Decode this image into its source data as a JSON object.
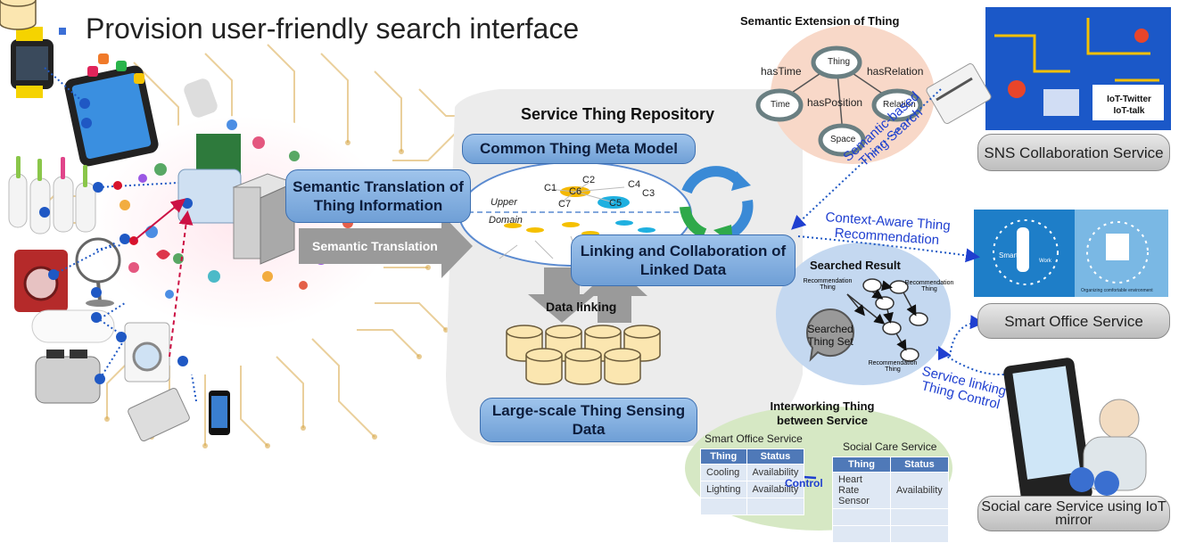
{
  "page_title": "Provision user-friendly search interface",
  "repository": {
    "title": "Service Thing Repository",
    "meta_model": "Common Thing Meta Model",
    "semantic_translation_info": "Semantic Translation of Thing Information",
    "semantic_translation_arrow": "Semantic Translation",
    "linking": "Linking and Collaboration of Linked Data",
    "data_linking": "Data linking",
    "sensing_data": "Large-scale Thing Sensing Data",
    "ontology": {
      "nodes": [
        "C1",
        "C2",
        "C6",
        "C4",
        "C3",
        "C7",
        "C5"
      ],
      "upper": "Upper",
      "domain": "Domain"
    }
  },
  "semantic_extension": {
    "title": "Semantic Extension of Thing",
    "nodes": {
      "thing": "Thing",
      "time": "Time",
      "relation": "Relation",
      "space": "Space"
    },
    "edges": {
      "has_time": "hasTime",
      "has_relation": "hasRelation",
      "has_position": "hasPosition"
    }
  },
  "labels": {
    "semantic_search": "Semantic-based Thing Search",
    "context_aware": "Context-Aware Thing Recommendation",
    "service_linking": "Service linking Thing Control"
  },
  "searched_result": {
    "title": "Searched Result",
    "rec": "Recommendation Thing",
    "set": "Searched Thing Set"
  },
  "services": {
    "sns": "SNS Collaboration Service",
    "sns_img_line1": "IoT-Twitter",
    "sns_img_line2": "IoT-talk",
    "smart_office": "Smart Office Service",
    "smart_img_a": "Smart",
    "smart_img_b": "Work",
    "smart_img_caption": "Organizing comfortable environment",
    "social_care": "Social care Service using IoT mirror"
  },
  "interworking": {
    "title": "Interworking Thing between Service",
    "left_title": "Smart Office Service",
    "right_title": "Social Care Service",
    "control": "Control",
    "headers": [
      "Thing",
      "Status"
    ],
    "left_rows": [
      [
        "Cooling",
        "Availability"
      ],
      [
        "Lighting",
        "Availability"
      ],
      [
        "",
        ""
      ]
    ],
    "right_rows": [
      [
        "Heart Rate Sensor",
        "Availability"
      ],
      [
        "",
        ""
      ],
      [
        "",
        ""
      ]
    ]
  },
  "colors": {
    "blue_box": "#8fb6e6",
    "arrow_grey": "#9a9a9a",
    "label_blue": "#1f3fd0"
  }
}
